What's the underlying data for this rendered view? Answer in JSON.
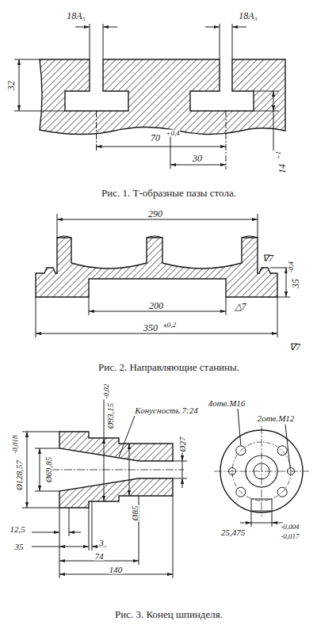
{
  "diagram": {
    "labels": [
      "18A₅",
      "18A₃",
      "32",
      "70",
      "+0,4",
      "30",
      "14",
      "+1",
      "Рис. 1. Т-образные пазы стола.",
      "290",
      "35",
      "-0,4",
      "∇7",
      "200",
      "△7",
      "350",
      "±0,2",
      "∇7",
      "Рис. 2. Направляющие станины.",
      "Конусность 7:24",
      "Ø93,15",
      "-0,02",
      "4отв.M16",
      "2отв.M12",
      "Ø27",
      "Ø128,57",
      "-0,018",
      "Ø69,85",
      "Ø85",
      "12,5",
      "35",
      "3",
      "74",
      "140",
      "25,475",
      "-0,004",
      "-0,017",
      "Рис. 3. Конец шпинделя."
    ]
  }
}
